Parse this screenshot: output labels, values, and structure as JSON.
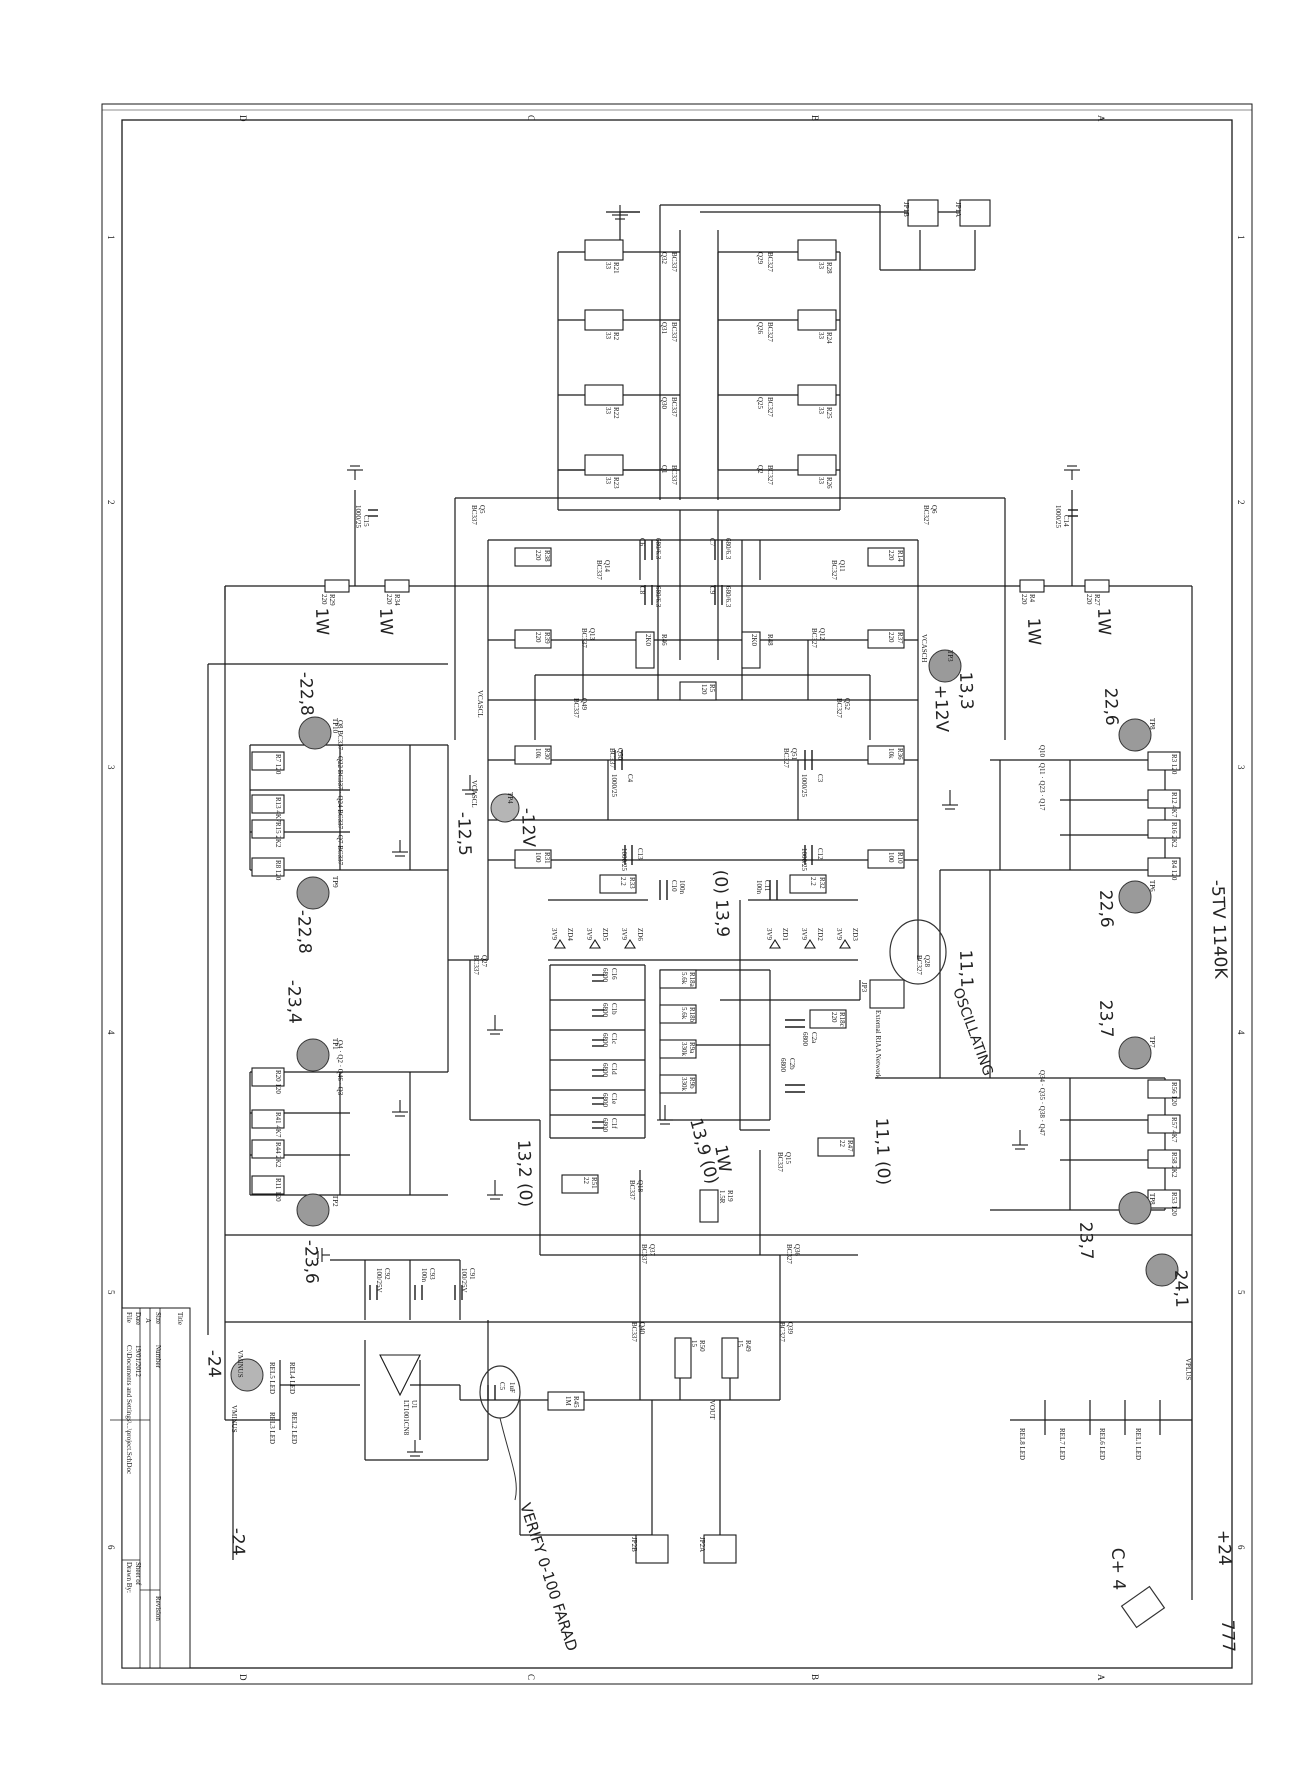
{
  "colors": {
    "ink": "#1a1a1a",
    "paper": "#ffffff",
    "probe": "#9a9a9a",
    "pencil": "#333333"
  },
  "border": {
    "top_letters": [
      "D",
      "C",
      "B",
      "A"
    ],
    "bottom_letters": [
      "D",
      "C",
      "B",
      "A"
    ],
    "side_numbers": [
      "1",
      "2",
      "3",
      "4",
      "5",
      "6"
    ]
  },
  "title_block": {
    "title_label": "Title",
    "size_label": "Size",
    "size_value": "A",
    "number_label": "Number",
    "revision_label": "Revision",
    "date_label": "Date",
    "date_value": "19/01/2012",
    "file_label": "File",
    "file_value": "C:\\Documents and Settings\\...\\project.SchDoc",
    "sheet_label": "Sheet of",
    "drawn_label": "Drawn By:"
  },
  "nets": {
    "vplus": "VPLUS",
    "vminus": "VMINUS",
    "vout": "VOUT",
    "vcascl": "VCASCL",
    "vcasch": "VCASCH"
  },
  "top_array": {
    "transistors": [
      {
        "ref": "Q32",
        "type": "BC337"
      },
      {
        "ref": "Q31",
        "type": "BC337"
      },
      {
        "ref": "Q30",
        "type": "BC337"
      },
      {
        "ref": "Q1",
        "type": "BC337"
      },
      {
        "ref": "Q29",
        "type": "BC327"
      },
      {
        "ref": "Q26",
        "type": "BC327"
      },
      {
        "ref": "Q25",
        "type": "BC327"
      },
      {
        "ref": "Q2",
        "type": "BC327"
      }
    ],
    "resistors": [
      {
        "ref": "R21",
        "value": "33"
      },
      {
        "ref": "R2",
        "value": "33"
      },
      {
        "ref": "R22",
        "value": "33"
      },
      {
        "ref": "R23",
        "value": "33"
      },
      {
        "ref": "R28",
        "value": "33"
      },
      {
        "ref": "R24",
        "value": "33"
      },
      {
        "ref": "R25",
        "value": "33"
      },
      {
        "ref": "R26",
        "value": "33"
      }
    ],
    "connectors": [
      "JP1B",
      "JP1A"
    ]
  },
  "decoupling": [
    {
      "ref": "C15",
      "value": "1000/25"
    },
    {
      "ref": "C14",
      "value": "1000/25"
    }
  ],
  "supply_resistors": [
    {
      "ref": "R29",
      "value": "220"
    },
    {
      "ref": "R34",
      "value": "220"
    },
    {
      "ref": "R4",
      "value": "220"
    },
    {
      "ref": "R27",
      "value": "220"
    }
  ],
  "center_block": {
    "parts": [
      {
        "ref": "Q5",
        "value": "BC337"
      },
      {
        "ref": "Q6",
        "value": "BC327"
      },
      {
        "ref": "Q14",
        "value": "BC337"
      },
      {
        "ref": "Q11",
        "value": "BC327"
      },
      {
        "ref": "Q13",
        "value": "BC337"
      },
      {
        "ref": "Q12",
        "value": "BC327"
      },
      {
        "ref": "Q49",
        "value": "BC337"
      },
      {
        "ref": "Q52",
        "value": "BC327"
      },
      {
        "ref": "Q50",
        "value": "BC337"
      },
      {
        "ref": "Q51",
        "value": "BC327"
      },
      {
        "ref": "R38",
        "value": "220"
      },
      {
        "ref": "R14",
        "value": "220"
      },
      {
        "ref": "R39",
        "value": "220"
      },
      {
        "ref": "R37",
        "value": "220"
      },
      {
        "ref": "R46",
        "value": "2K0"
      },
      {
        "ref": "R48",
        "value": "2K0"
      },
      {
        "ref": "R5",
        "value": "120"
      },
      {
        "ref": "R30",
        "value": "10k"
      },
      {
        "ref": "R36",
        "value": "10k"
      },
      {
        "ref": "R31",
        "value": "100"
      },
      {
        "ref": "R10",
        "value": "100"
      },
      {
        "ref": "R33",
        "value": "2.2"
      },
      {
        "ref": "R32",
        "value": "2.2"
      },
      {
        "ref": "C6",
        "value": "680/6.3"
      },
      {
        "ref": "C7",
        "value": "680/6.3"
      },
      {
        "ref": "C8",
        "value": "680/6.3"
      },
      {
        "ref": "C9",
        "value": "680/6.3"
      },
      {
        "ref": "C4",
        "value": "1000/25"
      },
      {
        "ref": "C3",
        "value": "1000/25"
      },
      {
        "ref": "C13",
        "value": "1000/25"
      },
      {
        "ref": "C12",
        "value": "1000/25"
      },
      {
        "ref": "C10",
        "value": "100n"
      },
      {
        "ref": "C11",
        "value": "100n"
      },
      {
        "ref": "ZD4",
        "value": "3V9"
      },
      {
        "ref": "ZD5",
        "value": "3V9"
      },
      {
        "ref": "ZD6",
        "value": "3V9"
      },
      {
        "ref": "ZD1",
        "value": "3V9"
      },
      {
        "ref": "ZD2",
        "value": "3V9"
      },
      {
        "ref": "ZD3",
        "value": "3V9"
      },
      {
        "ref": "Q27",
        "value": "BC337"
      },
      {
        "ref": "Q28",
        "value": "BC327"
      },
      {
        "ref": "TP3",
        "value": "TestPoint"
      },
      {
        "ref": "TP4",
        "value": "TestPoint"
      }
    ]
  },
  "riaa": {
    "parts": [
      {
        "ref": "C16",
        "value": "6800"
      },
      {
        "ref": "C1b",
        "value": "6800"
      },
      {
        "ref": "C1c",
        "value": "6800"
      },
      {
        "ref": "C1d",
        "value": "6800"
      },
      {
        "ref": "C1e",
        "value": "6800"
      },
      {
        "ref": "C1f",
        "value": "6800"
      },
      {
        "ref": "R18a",
        "value": "5.6k"
      },
      {
        "ref": "R18b",
        "value": "5.6k"
      },
      {
        "ref": "R9a",
        "value": "330k"
      },
      {
        "ref": "R9b",
        "value": "330k"
      },
      {
        "ref": "C2a",
        "value": "6800"
      },
      {
        "ref": "C2b",
        "value": "6800"
      },
      {
        "ref": "R18c",
        "value": "220"
      }
    ],
    "network_label": "External RIAA Network",
    "jumper": "JP3"
  },
  "output_block": {
    "parts": [
      {
        "ref": "Q15",
        "value": "BC337"
      },
      {
        "ref": "Q18",
        "value": "BC337"
      },
      {
        "ref": "Q37",
        "value": "BC337"
      },
      {
        "ref": "Q36",
        "value": "BC327"
      },
      {
        "ref": "Q40",
        "value": "BC337"
      },
      {
        "ref": "Q39",
        "value": "BC327"
      },
      {
        "ref": "R47",
        "value": "22"
      },
      {
        "ref": "R51",
        "value": "22"
      },
      {
        "ref": "R19",
        "value": "1.5R"
      },
      {
        "ref": "R50",
        "value": "15"
      },
      {
        "ref": "R49",
        "value": "15"
      },
      {
        "ref": "R45",
        "value": "1M"
      },
      {
        "ref": "C5",
        "value": "1uF"
      },
      {
        "ref": "C92",
        "value": "100/25V"
      },
      {
        "ref": "C93",
        "value": "100n"
      },
      {
        "ref": "C91",
        "value": "100/25V"
      },
      {
        "ref": "U1",
        "value": "LT1001CN8"
      }
    ],
    "connectors": [
      "JP2B",
      "JP2A"
    ]
  },
  "regulators": [
    {
      "label": "Q8 BC337 · Q22 BC337 · Q24 BC337 · Q7 BC337",
      "resistors": [
        "R7 120",
        "R13 4K7",
        "R15 2K2",
        "R8 120"
      ],
      "test_points": [
        "TP10",
        "TP9"
      ]
    },
    {
      "label": "Q10 · Q11 · Q23 · Q17",
      "resistors": [
        "R3 120",
        "R12 4K7",
        "R16 2K2",
        "R4 120"
      ],
      "test_points": [
        "TP8",
        "TP6"
      ]
    },
    {
      "label": "Q4 · Q2 · Q46 · Q3",
      "resistors": [
        "R20 120",
        "R41 4K7",
        "R44 2K2",
        "R11 120"
      ],
      "test_points": [
        "TP1",
        "TP2"
      ]
    },
    {
      "label": "Q34 · Q35 · Q38 · Q47",
      "resistors": [
        "R56 120",
        "R57 4K7",
        "R58 2K2",
        "R53 120"
      ],
      "test_points": [
        "TP7",
        "TP8"
      ]
    }
  ],
  "leds": [
    "REL4 LED",
    "REL5 LED",
    "REL3 LED",
    "REL2 LED",
    "REL6 LED",
    "REL7 LED",
    "REL8 LED",
    "REL1 LED"
  ],
  "annotations": [
    {
      "id": "a1",
      "text": "-22,8"
    },
    {
      "id": "a2",
      "text": "-12,5"
    },
    {
      "id": "a3",
      "text": "-12V"
    },
    {
      "id": "a4",
      "text": "-22,8"
    },
    {
      "id": "a5",
      "text": "-23,4"
    },
    {
      "id": "a6",
      "text": "13,3"
    },
    {
      "id": "a7",
      "text": "+12V"
    },
    {
      "id": "a8",
      "text": "22,6"
    },
    {
      "id": "a9",
      "text": "22,6"
    },
    {
      "id": "a10",
      "text": "-5TV 1140K"
    },
    {
      "id": "a11",
      "text": "(0) 13,9"
    },
    {
      "id": "a12",
      "text": "11,1"
    },
    {
      "id": "a13",
      "text": "OSCILLATING"
    },
    {
      "id": "a14",
      "text": "23,7"
    },
    {
      "id": "a15",
      "text": "13,2 (0)"
    },
    {
      "id": "a16",
      "text": "13,9 (0)"
    },
    {
      "id": "a17",
      "text": "1W"
    },
    {
      "id": "a18",
      "text": "11,1 (0)"
    },
    {
      "id": "a19",
      "text": "23,7"
    },
    {
      "id": "a20",
      "text": "24,1"
    },
    {
      "id": "a21",
      "text": "-23,6"
    },
    {
      "id": "a22",
      "text": "-24"
    },
    {
      "id": "a23",
      "text": "-24"
    },
    {
      "id": "a24",
      "text": "+24"
    },
    {
      "id": "a25",
      "text": "1W"
    },
    {
      "id": "a26",
      "text": "1W"
    },
    {
      "id": "a27",
      "text": "1W"
    },
    {
      "id": "a28",
      "text": "1W"
    },
    {
      "id": "a29",
      "text": "VERIFY 0-100 FARAD"
    },
    {
      "id": "a30",
      "text": "C+ 4"
    },
    {
      "id": "a31",
      "text": "777"
    }
  ]
}
